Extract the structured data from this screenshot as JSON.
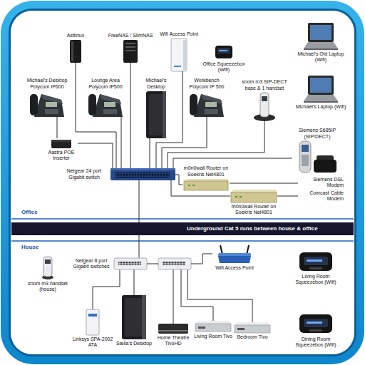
{
  "diagram": {
    "nodes": [
      {
        "text": [
          "Astlinux"
        ]
      },
      {
        "text": [
          "FreeNAS / SlimNAS"
        ]
      },
      {
        "text": [
          "Wifi Access Point"
        ]
      },
      {
        "text": [
          "Office Squeezebox (Wifi)"
        ]
      },
      {
        "text": [
          "Michael's Old Laptop (Wifi)"
        ]
      },
      {
        "text": [
          "Michael's Desktop Polycom IP600"
        ]
      },
      {
        "text": [
          "Lounge Area Polycom IP500"
        ]
      },
      {
        "text": [
          "Michael's Desktop"
        ]
      },
      {
        "text": [
          "Workbench Polycom IP 500"
        ]
      },
      {
        "text": [
          "snom m3 SIP-DECT base & 1 handset"
        ]
      },
      {
        "text": [
          "Michael's Laptop (Wifi)"
        ]
      },
      {
        "text": [
          "Siemens S685IP (SIP/DECT)"
        ]
      },
      {
        "text": [
          "Aastra POE Inserter"
        ]
      },
      {
        "text": [
          "Netgear 24 port Gigabit switch"
        ]
      },
      {
        "text": [
          "m0n0wall Router on Soekris Net4801"
        ]
      },
      {
        "text": [
          "Siemens DSL Modem"
        ]
      },
      {
        "text": [
          "m0n0wall Router on Soekris Net4801"
        ]
      },
      {
        "text": [
          "Comcast Cable Modem"
        ]
      },
      {
        "text": [
          "Underground Cat 5 runs between house & office"
        ]
      },
      {
        "text": [
          "snom m3 handset (house)"
        ]
      },
      {
        "text": [
          "Netgear 8 port Gigabit switches"
        ]
      },
      {
        "text": [
          "Wifi Access Point"
        ]
      },
      {
        "text": [
          "Living Room Squeezebox (Wifi)"
        ]
      },
      {
        "text": [
          "Linksys SPA-2002 ATA"
        ]
      },
      {
        "text": [
          "Stella's Desktop"
        ]
      },
      {
        "text": [
          "Home Theatre TivoHD"
        ]
      },
      {
        "text": [
          "Living Room Tivo"
        ]
      },
      {
        "text": [
          "Bedroom Tivo"
        ]
      },
      {
        "text": [
          "Dining Room Squeezebox (Wifi)"
        ]
      }
    ],
    "edges": [
      {
        "from": 13,
        "to": 0,
        "arrow": "none"
      },
      {
        "from": 13,
        "to": 1,
        "arrow": "none"
      },
      {
        "from": 13,
        "to": 2,
        "arrow": "none"
      },
      {
        "from": 13,
        "to": 6,
        "arrow": "none"
      },
      {
        "from": 13,
        "to": 7,
        "arrow": "none"
      },
      {
        "from": 13,
        "to": 8,
        "arrow": "none"
      },
      {
        "from": 13,
        "to": 9,
        "arrow": "none"
      },
      {
        "from": 13,
        "to": 11,
        "arrow": "none"
      },
      {
        "from": 5,
        "to": 12,
        "arrow": "none"
      },
      {
        "from": 12,
        "to": 13,
        "arrow": "none"
      },
      {
        "from": 13,
        "to": 14,
        "arrow": "none"
      },
      {
        "from": 14,
        "to": 15,
        "arrow": "none"
      },
      {
        "from": 13,
        "to": 16,
        "arrow": "none"
      },
      {
        "from": 16,
        "to": 17,
        "arrow": "none"
      },
      {
        "from": 13,
        "to": 20,
        "arrow": "none"
      },
      {
        "from": 20,
        "to": 23,
        "arrow": "none"
      },
      {
        "from": 20,
        "to": 24,
        "arrow": "none"
      },
      {
        "from": 20,
        "to": 25,
        "arrow": "none"
      },
      {
        "from": 20,
        "to": 26,
        "arrow": "none"
      },
      {
        "from": 20,
        "to": 27,
        "arrow": "none"
      },
      {
        "from": 20,
        "to": 21,
        "arrow": "none"
      }
    ],
    "labels": [
      "Office",
      "House"
    ]
  }
}
